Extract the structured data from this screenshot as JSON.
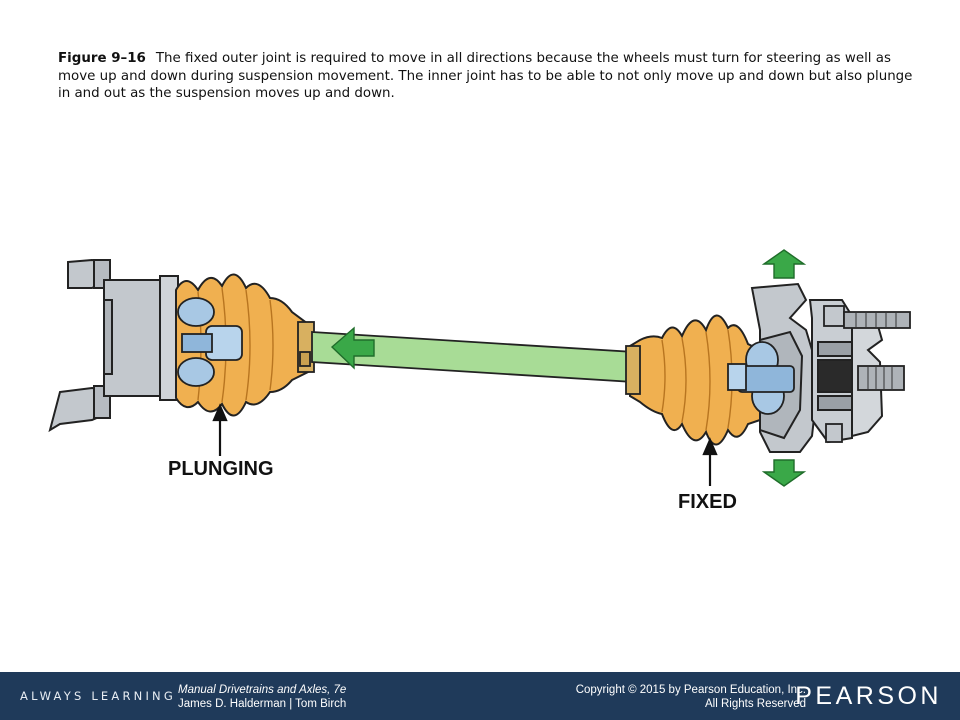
{
  "caption": {
    "figure_label": "Figure 9–16",
    "text": "The fixed outer joint is required to move in all directions because the wheels must turn for steering as well as move up and down during suspension movement. The inner joint has to be able to not only move up and down but also plunge in and out as the suspension moves up and down."
  },
  "diagram": {
    "labels": {
      "plunging": "PLUNGING",
      "fixed": "FIXED"
    },
    "colors": {
      "boot": "#f0b050",
      "shaft": "#a8dc96",
      "arrow": "#3aa848",
      "joint": "#a8c8e4",
      "housing": "#c3c8cd"
    }
  },
  "footer": {
    "tagline": "ALWAYS LEARNING",
    "book_title": "Manual Drivetrains and Axles, 7e",
    "authors": "James D. Halderman | Tom Birch",
    "copyright": "Copyright © 2015 by Pearson Education, Inc.",
    "rights": "All Rights Reserved",
    "brand": "PEARSON"
  }
}
